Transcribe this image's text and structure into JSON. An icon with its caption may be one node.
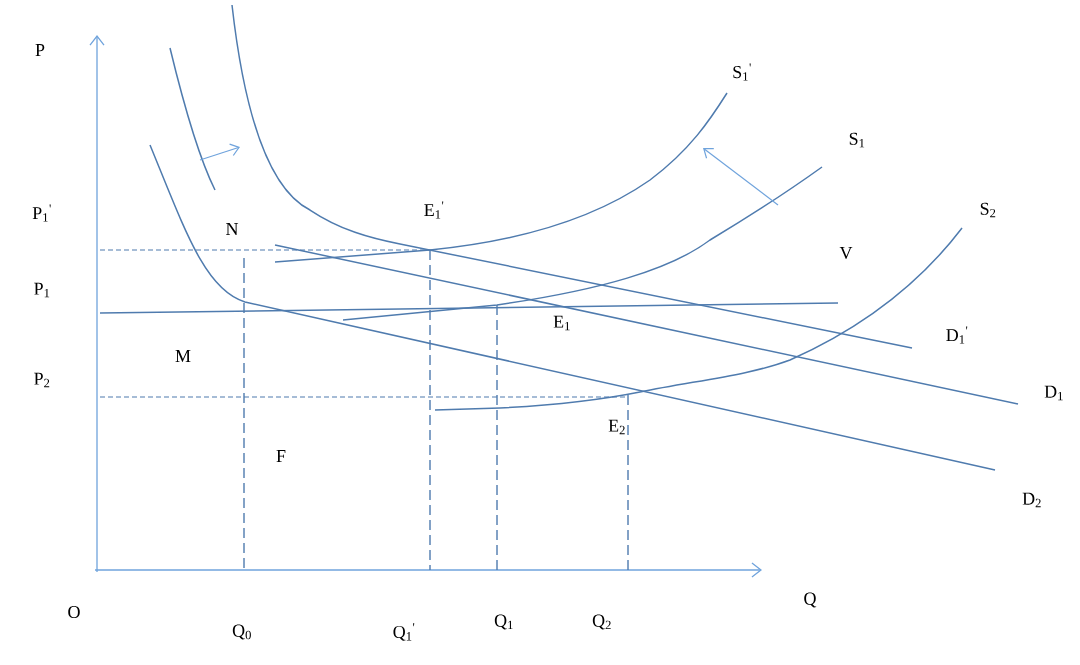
{
  "diagram": {
    "labels": [
      "P",
      "S$_{1}$$^{'}$",
      "S$_{1}$",
      "P$_{1}$$^{'}$",
      "E$_{1}$$^{'}$",
      "S$_{2}$",
      "N",
      "V",
      "P$_{1}$",
      "E$_{1}$",
      "D$_{1}$$^{'}$",
      "M",
      "P$_{2}$",
      "D$_{1}$",
      "E$_{2}$",
      "F",
      "D$_{2}$",
      "Q",
      "O",
      "Q$_{0}$",
      "Q$_{1}$$^{'}$",
      "Q$_{1}$",
      "Q$_{2}$"
    ]
  }
}
